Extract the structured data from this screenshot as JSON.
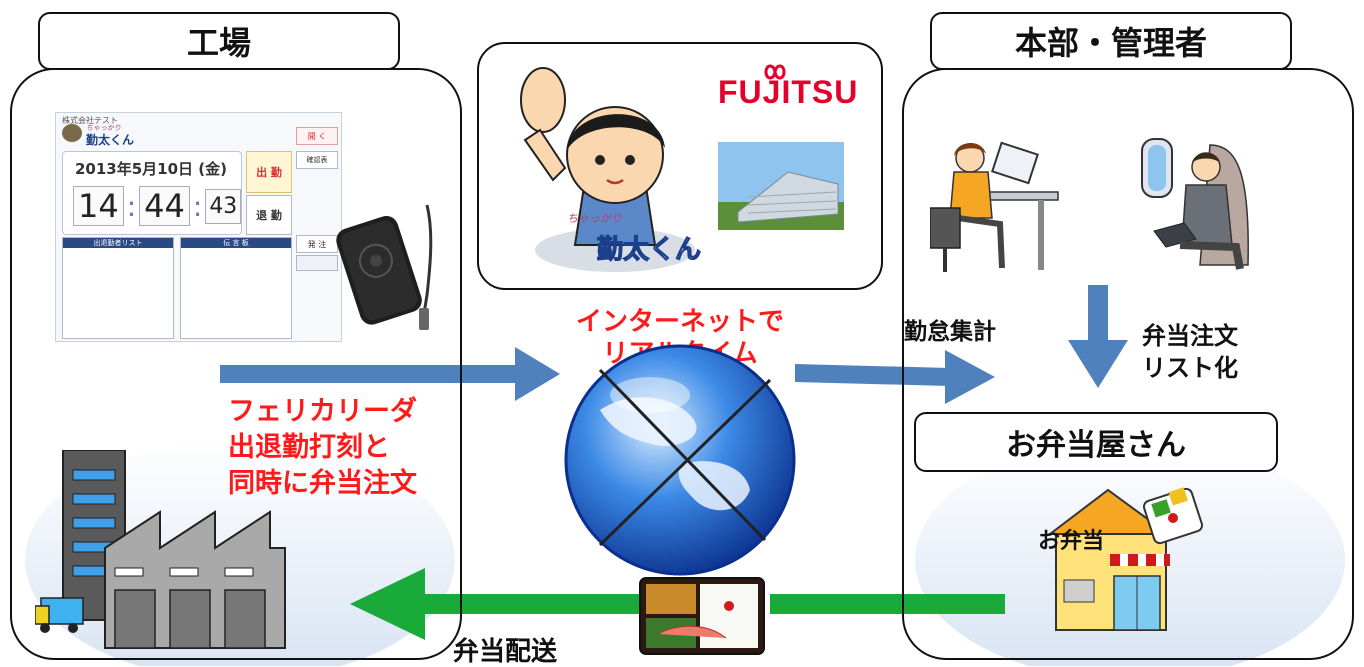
{
  "factory": {
    "title": "工場",
    "caption": [
      "フェリカリーダ",
      "出退勤打刻と",
      "同時に弁当注文"
    ]
  },
  "hq": {
    "title": "本部・管理者",
    "attendance_label": "勤怠集計",
    "order_label": [
      "弁当注文",
      "リスト化"
    ]
  },
  "bento_shop": {
    "label": "お弁当屋さん",
    "sign_text": "お弁当"
  },
  "center": {
    "logo_text": "FUJITSU",
    "mascot_caption_small": "ちゃっかり",
    "mascot_caption": "勤太くん",
    "internet_label": [
      "インターネットで",
      "リアルタイム"
    ]
  },
  "delivery_label": "弁当配送",
  "app_screen": {
    "header_small": "株式会社テスト",
    "app_name": "勤太くん",
    "app_name_small": "ちゃっかり",
    "date": "2013年5月10日",
    "weekday": "(金)",
    "time_h": "14",
    "time_m": "44",
    "time_s": "43",
    "btn_in": "出 勤",
    "btn_out": "退 勤",
    "btn_open": "開 く",
    "btn_confirm": "確認表",
    "btn_order": "発 注",
    "list_left": "出退勤者リスト",
    "list_right": "伝 言 板"
  },
  "colors": {
    "arrow_blue": "#4f81bd",
    "arrow_green": "#1aaa3a",
    "red_text": "#ff1a1a",
    "globe_blue": "#1f5fc4"
  }
}
